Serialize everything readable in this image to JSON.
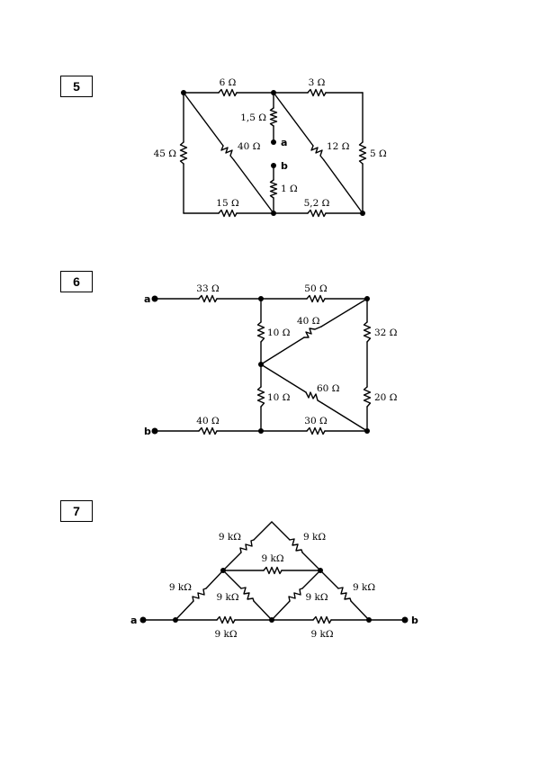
{
  "problems": [
    {
      "number": "5",
      "resistors": {
        "r_top_left": "6 Ω",
        "r_top_right": "3 Ω",
        "r_a": "1,5 Ω",
        "r_diag_left": "40 Ω",
        "r_diag_right": "12 Ω",
        "r_left": "45 Ω",
        "r_right": "5 Ω",
        "r_b": "1 Ω",
        "r_bot_left": "15 Ω",
        "r_bot_right": "5,2 Ω"
      },
      "terminals": {
        "a": "a",
        "b": "b"
      }
    },
    {
      "number": "6",
      "resistors": {
        "r_a": "33 Ω",
        "r_top": "50 Ω",
        "r_diag_up": "40 Ω",
        "r_mid_up": "10 Ω",
        "r_right_up": "32 Ω",
        "r_diag_down": "60 Ω",
        "r_mid_down": "10 Ω",
        "r_right_down": "20 Ω",
        "r_b": "40 Ω",
        "r_bot": "30 Ω"
      },
      "terminals": {
        "a": "a",
        "b": "b"
      }
    },
    {
      "number": "7",
      "resistors": {
        "r_top_left": "9 kΩ",
        "r_top_right": "9 kΩ",
        "r_mid": "9 kΩ",
        "r_left": "9 kΩ",
        "r_inner_left": "9 kΩ",
        "r_inner_right": "9 kΩ",
        "r_right": "9 kΩ",
        "r_bot_left": "9 kΩ",
        "r_bot_right": "9 kΩ"
      },
      "terminals": {
        "a": "a",
        "b": "b"
      }
    }
  ]
}
